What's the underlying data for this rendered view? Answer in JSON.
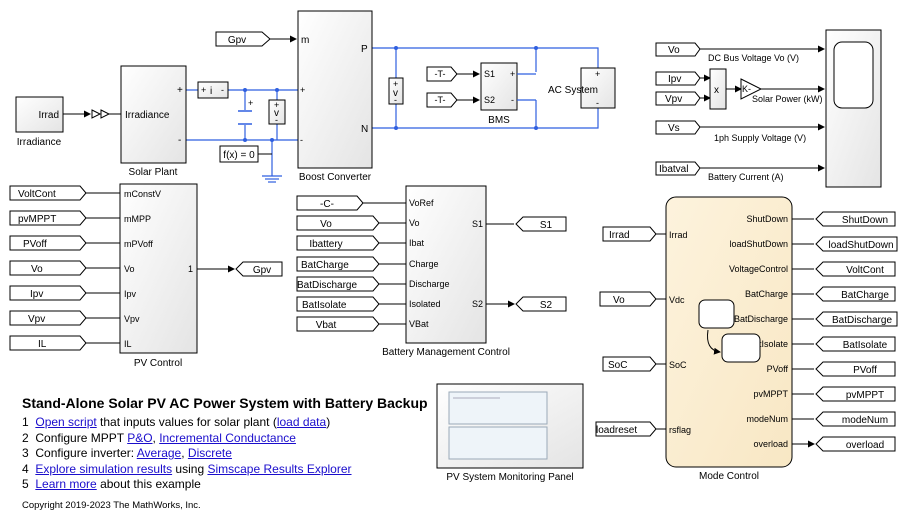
{
  "blocks": {
    "irradiance": {
      "inner": "Irrad",
      "label": "Irradiance"
    },
    "solar_plant": {
      "port": "Irradiance",
      "plus": "+",
      "minus": "-",
      "label": "Solar Plant"
    },
    "current_sensor": "i",
    "voltage_sensor": "v",
    "solver": "f(x) = 0",
    "gpv_from": "Gpv",
    "boost": {
      "m": "m",
      "p": "P",
      "n": "N",
      "label": "Boost Converter"
    },
    "dc_voltmeter": "v",
    "t1": "-T-",
    "t2": "-T-",
    "bms": {
      "s1": "S1",
      "s2": "S2",
      "plus": "+",
      "minus": "-",
      "label": "BMS"
    },
    "ac_system": "AC System",
    "scope": {
      "inputs": [
        "Vo",
        "Ipv",
        "Vpv",
        "Vs",
        "Ibatval"
      ],
      "labels": [
        "DC Bus Voltage Vo (V)",
        "Solar Power (kW)",
        "1ph Supply Voltage (V)",
        "Battery Current (A)"
      ],
      "mult": "x",
      "gain": "K-"
    },
    "pv_control": {
      "inputs": [
        "VoltCont",
        "pvMPPT",
        "PVoff",
        "Vo",
        "Ipv",
        "Vpv",
        "IL"
      ],
      "ports": [
        "mConstV",
        "mMPP",
        "mPVoff",
        "Vo",
        "Ipv",
        "Vpv",
        "IL"
      ],
      "out_port": "1",
      "output": "Gpv",
      "label": "PV Control"
    },
    "bmc": {
      "inputs": [
        "-C-",
        "Vo",
        "Ibattery",
        "BatCharge",
        "BatDischarge",
        "BatIsolate",
        "Vbat"
      ],
      "ports": [
        "VoRef",
        "Vo",
        "Ibat",
        "Charge",
        "Discharge",
        "Isolated",
        "VBat"
      ],
      "out_ports": [
        "S1",
        "S2"
      ],
      "outputs": [
        "S1",
        "S2"
      ],
      "label": "Battery Management Control"
    },
    "monitor": {
      "label": "PV System Monitoring Panel"
    },
    "mode": {
      "inputs": [
        "Irrad",
        "Vo",
        "SoC",
        "loadreset"
      ],
      "in_ports": [
        "Irrad",
        "Vdc",
        "SoC",
        "rsflag"
      ],
      "out_ports": [
        "ShutDown",
        "loadShutDown",
        "VoltageControl",
        "BatCharge",
        "BatDischarge",
        "BatIsolate",
        "PVoff",
        "pvMPPT",
        "modeNum",
        "overload"
      ],
      "outputs": [
        "ShutDown",
        "loadShutDown",
        "VoltCont",
        "BatCharge",
        "BatDischarge",
        "BatIsolate",
        "PVoff",
        "pvMPPT",
        "modeNum",
        "overload"
      ],
      "label": "Mode Control"
    }
  },
  "notes": {
    "title": "Stand-Alone Solar PV AC Power System with Battery Backup",
    "items": [
      {
        "num": "1",
        "link1": "Open script",
        "mid": " that inputs values for solar plant (",
        "link2": "load data",
        "tail": ")"
      },
      {
        "num": "2",
        "text": "Configure MPPT ",
        "link1": "P&O",
        "sep": ", ",
        "link2": "Incremental Conductance"
      },
      {
        "num": "3",
        "text": "Configure inverter: ",
        "link1": "Average",
        "sep": ", ",
        "link2": "Discrete"
      },
      {
        "num": "4",
        "link1": "Explore simulation results",
        "mid": " using ",
        "link2": "Simscape Results Explorer"
      },
      {
        "num": "5",
        "link1": "Learn more",
        "tail": " about this example"
      }
    ],
    "copyright": "Copyright 2019-2023 The MathWorks, Inc."
  },
  "colors": {
    "physical_line": "#2f5fe0",
    "stateflow_fill": "#fdf3dd",
    "link": "#1a0dcc"
  }
}
